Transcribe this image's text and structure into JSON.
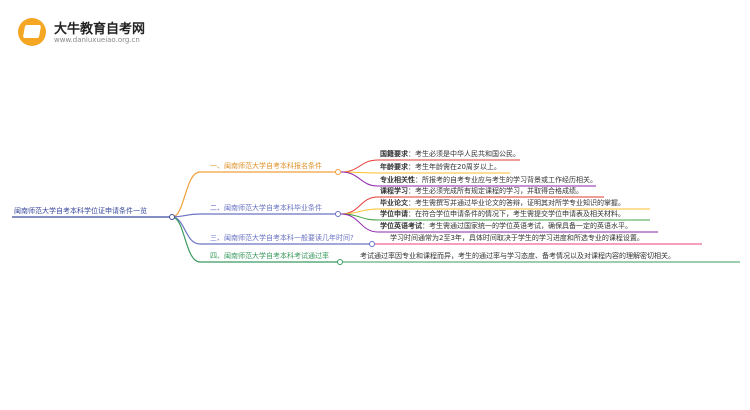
{
  "brand": {
    "title": "大牛教育自考网",
    "url": "www.daniuxueiao.org.cn"
  },
  "mindmap": {
    "root": "闽南师范大学自考本科学位证申请条件一览",
    "branches": [
      {
        "label": "一、闽南师范大学自考本科报名条件",
        "children": [
          {
            "key": "国籍要求",
            "text": "：考生必须是中华人民共和国公民。"
          },
          {
            "key": "年龄要求",
            "text": "：考生年龄需在20周岁以上。"
          },
          {
            "key": "专业相关性",
            "text": "：所报考的自考专业应与考生的学习背景或工作经历相关。"
          }
        ]
      },
      {
        "label": "二、闽南师范大学自考本科毕业条件",
        "children": [
          {
            "key": "课程学习",
            "text": "：考生必须完成所有规定课程的学习，并取得合格成绩。"
          },
          {
            "key": "毕业论文",
            "text": "：考生需撰写并通过毕业论文的答辩，证明其对所学专业知识的掌握。"
          },
          {
            "key": "学位申请",
            "text": "：在符合学位申请条件的情况下，考生需提交学位申请表及相关材料。"
          },
          {
            "key": "学位英语考试",
            "text": "：考生需通过国家统一的学位英语考试，确保具备一定的英语水平。"
          }
        ]
      },
      {
        "label": "三、闽南师范大学自考本科一般要读几年时间?",
        "children": [
          {
            "key": "",
            "text": "学习时间通常为2至3年，具体时间取决于学生的学习进度和所选专业的课程设置。"
          }
        ]
      },
      {
        "label": "四、闽南师范大学自考本科考试通过率",
        "children": [
          {
            "key": "",
            "text": "考试通过率因专业和课程而异，考生的通过率与学习态度、备考情况以及对课程内容的理解密切相关。"
          }
        ]
      }
    ]
  },
  "colors": {
    "root_line": "#3a4a9c",
    "branch1": "#f0a03c",
    "branch2": "#6a73c4",
    "branch3": "#6a73c4",
    "branch4": "#3b9b5f",
    "leaf_lines": [
      "#e53935",
      "#fbc02d",
      "#8e24aa",
      "#e53935",
      "#fbc02d",
      "#43a047",
      "#8e24aa",
      "#ec407a"
    ]
  }
}
